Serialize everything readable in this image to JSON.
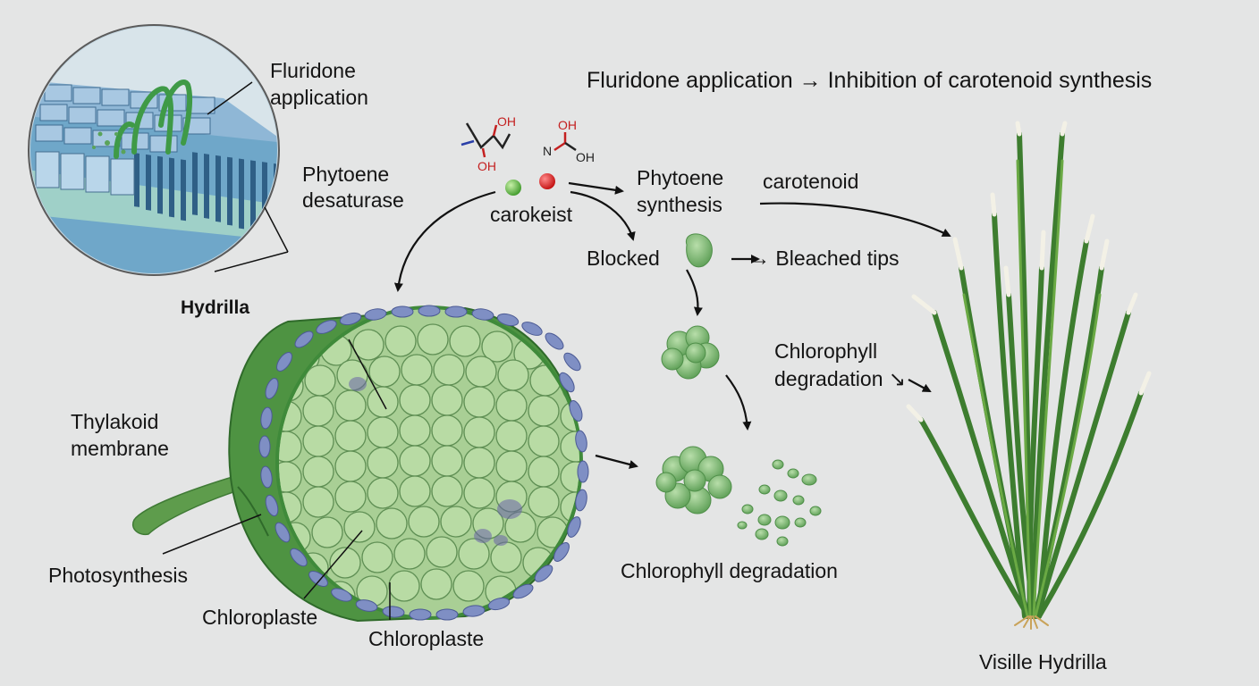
{
  "header": {
    "text": "Fluridone application → Inhibition of carotenoid synthesis"
  },
  "labels": {
    "fluridone_application": [
      "Fluridone",
      "application"
    ],
    "phytoene_desaturase": [
      "Phytoene",
      "desaturase"
    ],
    "hydrilla": "Hydrilla",
    "carokeist": "carokeist",
    "phytoene_synthesis": [
      "Phytoene",
      "synthesis"
    ],
    "carotenoid": "carotenoid",
    "blocked": "Blocked",
    "bleached_tips": "→ Bleached tips",
    "chlorophyll_degradation_right": [
      "Chlorophyll",
      "degradation ↘"
    ],
    "thylakoid_membrane": [
      "Thylakoid",
      "membrane"
    ],
    "photosynthesis": "Photosynthesis",
    "chloroplaste_left": "Chloroplaste",
    "chloroplaste_bottom": "Chloroplaste",
    "chlorophyll_degradation_bottom": "Chlorophyll degradation",
    "visible_hydrilla": "Visille Hydrilla"
  },
  "molecule": {
    "oh_top_left": "OH",
    "oh_bottom_left": "OH",
    "oh_top_right": "OH",
    "n_label": "N",
    "oh_right": "OH"
  },
  "colors": {
    "background": "#e4e5e5",
    "leaf_green": "#3f8a3a",
    "cell_green": "#a9cf95",
    "chloroplast_blue": "#7f8fc4",
    "water_blue": "#8ab8d8",
    "molecule_green": "#55b63d",
    "molecule_red": "#d21818",
    "bleached_tip": "#f3f1e6"
  }
}
